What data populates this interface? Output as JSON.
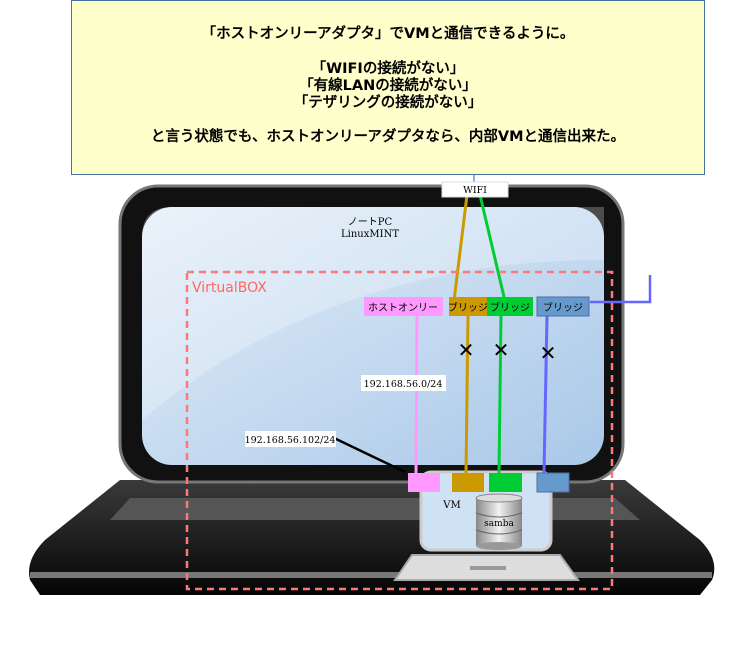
{
  "note": {
    "line1": "「ホストオンリーアダプタ」でVMと通信できるように。",
    "line2": "「WIFIの接続がない」",
    "line3": "「有線LANの接続がない」",
    "line4": "「テザリングの接続がない」",
    "line5": "と言う状態でも、ホストオンリーアダプタなら、内部VMと通信出来た。"
  },
  "wifi_label": "WIFI",
  "host": {
    "line1": "ノートPC",
    "line2": "LinuxMINT"
  },
  "virtualbox_label": "VirtualBOX",
  "adapters": [
    {
      "label": "ホストオンリー",
      "color": "#ff99ff",
      "connected": true
    },
    {
      "label": "ブリッジ",
      "color": "#cc9900",
      "connected": false
    },
    {
      "label": "ブリッジ",
      "color": "#00cc33",
      "connected": false
    },
    {
      "label": "ブリッジ",
      "color": "#6699cc",
      "connected": false
    }
  ],
  "network_label": "192.168.56.0/24",
  "vm_ip_label": "192.168.56.102/24",
  "vm_label": "VM",
  "samba_label": "samba",
  "disconnected_mark": "✕"
}
